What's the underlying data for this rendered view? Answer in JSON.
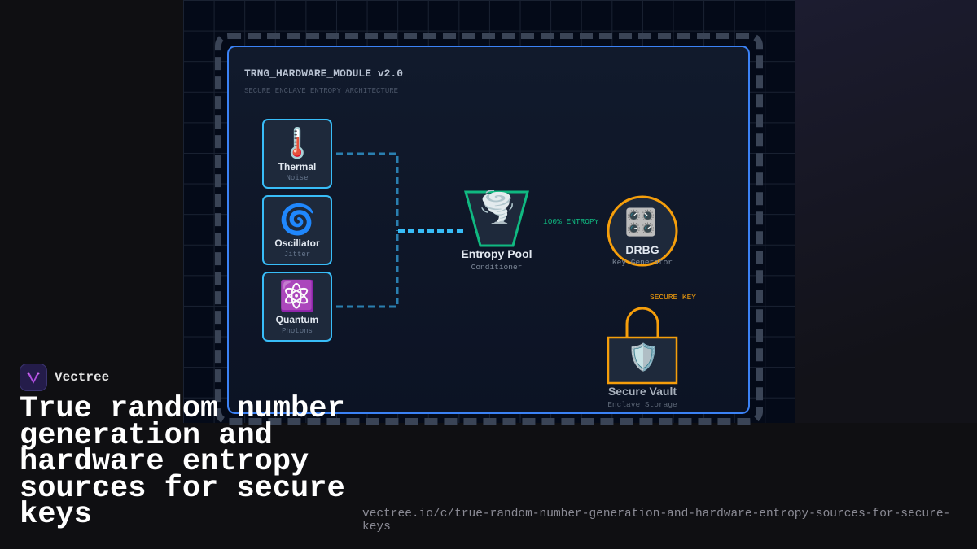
{
  "diagram": {
    "title": "TRNG_HARDWARE_MODULE v2.0",
    "subtitle": "SECURE ENCLAVE ENTROPY ARCHITECTURE",
    "sources": [
      {
        "label": "Thermal",
        "sublabel": "Noise",
        "icon": "thermometer-icon",
        "emoji": "🌡️"
      },
      {
        "label": "Oscillator",
        "sublabel": "Jitter",
        "icon": "spiral-icon",
        "emoji": "🌀"
      },
      {
        "label": "Quantum",
        "sublabel": "Photons",
        "icon": "atom-icon",
        "emoji": "⚛️"
      }
    ],
    "pool": {
      "label": "Entropy Pool",
      "sublabel": "Conditioner",
      "icon": "tornado-icon",
      "emoji": "🌪️"
    },
    "drbg": {
      "label": "DRBG",
      "sublabel": "Key Generator",
      "icon": "control-knobs-icon",
      "emoji": "🎛️"
    },
    "vault": {
      "label": "Secure Vault",
      "sublabel": "Enclave Storage",
      "icon": "shield-icon",
      "emoji": "🛡️"
    },
    "edge_entropy": "100% ENTROPY",
    "edge_key": "SECURE KEY",
    "colors": {
      "source": "#38bdf8",
      "pool": "#10b981",
      "drbg": "#f59e0b",
      "panel": "#3b82f6"
    }
  },
  "brand": {
    "name": "Vectree"
  },
  "headline": "True random number generation and hardware entropy sources for secure keys",
  "url": "vectree.io/c/true-random-number-generation-and-hardware-entropy-sources-for-secure-keys"
}
